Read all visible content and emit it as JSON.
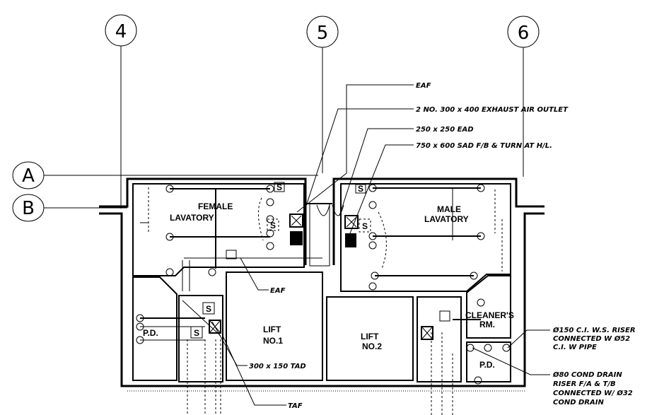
{
  "grid": {
    "columns": [
      "4",
      "5",
      "6"
    ],
    "rows": [
      "A",
      "B"
    ]
  },
  "rooms": {
    "female_lavatory": [
      "FEMALE",
      "LAVATORY"
    ],
    "male_lavatory": [
      "MALE",
      "LAVATORY"
    ],
    "lift1": [
      "LIFT",
      "NO.1"
    ],
    "lift2": [
      "LIFT",
      "NO.2"
    ],
    "cleaners": [
      "CLEANER'S",
      "RM."
    ],
    "pd_left": "P.D.",
    "pd_right": "P.D."
  },
  "symbols": {
    "sprinkler": "S"
  },
  "annotations": {
    "eaf_top": "EAF",
    "exhaust_outlet": "2 NO. 300 x 400 EXHAUST AIR OUTLET",
    "ead": "250 x 250 EAD",
    "sad": "750 x 600 SAD F/B & TURN AT H/L.",
    "eaf_mid": "EAF",
    "tad": "300 x 150 TAD",
    "taf": "TAF",
    "riser": [
      "Ø150 C.I. W.S. RISER",
      "CONNECTED W Ø52",
      "C.I. W PIPE"
    ],
    "cond_drain": [
      "Ø80 COND DRAIN",
      "RISER F/A & T/B",
      "CONNECTED W/ Ø32",
      "COND DRAIN"
    ]
  }
}
